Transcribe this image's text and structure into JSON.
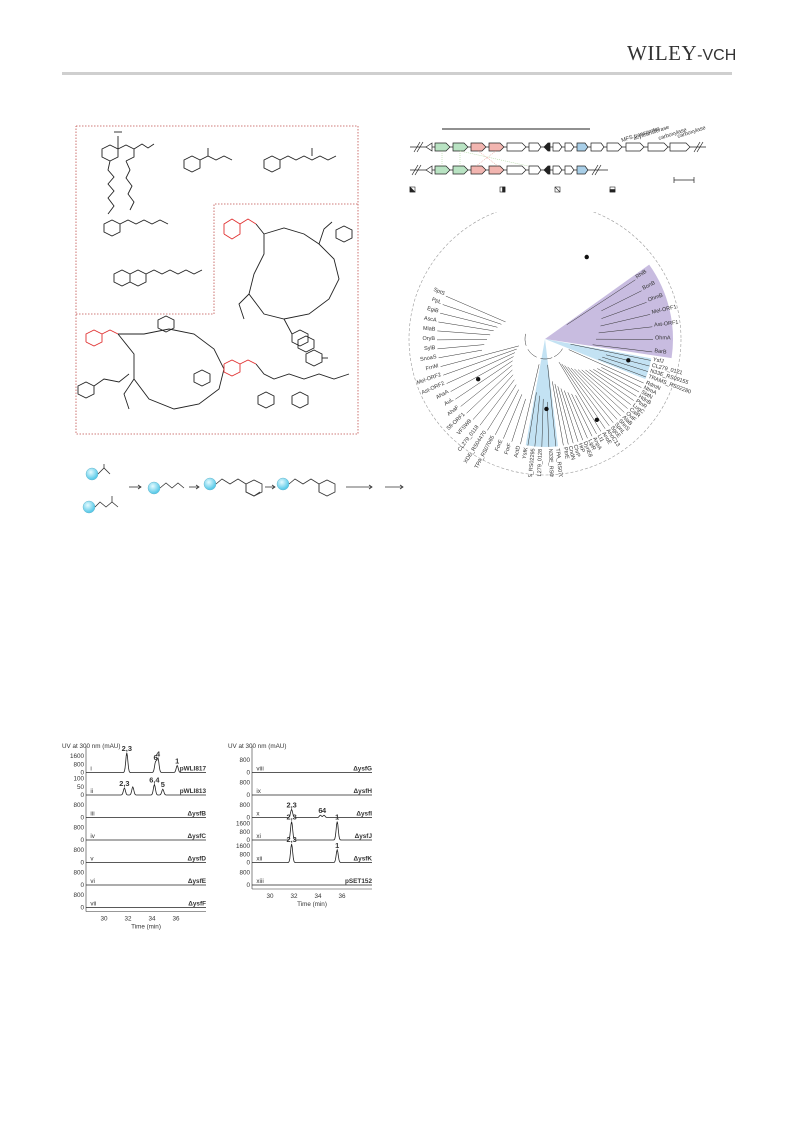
{
  "header": {
    "logo_main": "WILEY",
    "logo_suffix": "-VCH"
  },
  "gene_cluster": {
    "annotations": [
      "MFS transporter",
      "acyltransferase",
      "carboxylase",
      "carboxylase"
    ]
  },
  "tree": {
    "taxa_purple": [
      "RhiB",
      "BonB",
      "OhmB",
      "Mel-ORF1",
      "Ast-ORF1",
      "OhmA",
      "BarB"
    ],
    "taxa_blue": [
      "YsfJ",
      "CL279_0121",
      "N33E_RS09155",
      "TRAMS_RS02280"
    ],
    "taxa_blue2": [
      "TPA_RS07075",
      "N33E_RS09170",
      "CL279_0128",
      "TRAMS_RS02295",
      "YsfK"
    ],
    "taxa_left": [
      "ActD",
      "ForF",
      "ForE",
      "TPA_RS07065",
      "XDE_RS04470",
      "CL279_0118",
      "VFSW8",
      "Sfi-ORF1",
      "AhaF",
      "AuL",
      "AhaA",
      "Ast-ORF2",
      "Mel-ORF2",
      "FrnM",
      "SnoaS",
      "SylB",
      "OryB",
      "MiaB",
      "AscA",
      "EgiB",
      "PpL",
      "SptS"
    ],
    "taxa_right": [
      "RdmN",
      "NtmA",
      "SbtN",
      "HdnB",
      "PtnR",
      "LugC",
      "CalR",
      "OviF",
      "AlaB",
      "ShnS",
      "SpnL",
      "SgcE",
      "AnoC13",
      "AnoE",
      "Lt1",
      "AnpA",
      "LipR",
      "DynE8",
      "HrP",
      "ChrP",
      "CndN",
      "PtnE"
    ]
  },
  "chromatograms": {
    "y_label": "UV at 300 nm (mAU)",
    "x_label": "Time (min)",
    "x_ticks": [
      "30",
      "32",
      "34",
      "36"
    ],
    "left": [
      {
        "roman": "i",
        "name": "pWLI817",
        "ticks": [
          "1600",
          "800",
          "0"
        ],
        "peaks": [
          {
            "t": 31.9,
            "h": 0.85,
            "label": "2,3"
          },
          {
            "t": 34.3,
            "h": 0.45,
            "label": "6"
          },
          {
            "t": 34.5,
            "h": 0.6,
            "label": "4"
          },
          {
            "t": 36.1,
            "h": 0.3,
            "label": "1"
          }
        ]
      },
      {
        "roman": "ii",
        "name": "pWLI813",
        "ticks": [
          "100",
          "50",
          "0"
        ],
        "peaks": [
          {
            "t": 31.7,
            "h": 0.3,
            "label": "2,3"
          },
          {
            "t": 32.4,
            "h": 0.35,
            "label": ""
          },
          {
            "t": 34.2,
            "h": 0.45,
            "label": "6,4"
          },
          {
            "t": 34.9,
            "h": 0.25,
            "label": "5"
          }
        ]
      },
      {
        "roman": "iii",
        "name": "ΔysfB",
        "ticks": [
          "800",
          "0"
        ],
        "peaks": []
      },
      {
        "roman": "iv",
        "name": "ΔysfC",
        "ticks": [
          "800",
          "0"
        ],
        "peaks": []
      },
      {
        "roman": "v",
        "name": "ΔysfD",
        "ticks": [
          "800",
          "0"
        ],
        "peaks": []
      },
      {
        "roman": "vi",
        "name": "ΔysfE",
        "ticks": [
          "800",
          "0"
        ],
        "peaks": []
      },
      {
        "roman": "vii",
        "name": "ΔysfF",
        "ticks": [
          "800",
          "0"
        ],
        "peaks": []
      }
    ],
    "right": [
      {
        "roman": "viii",
        "name": "ΔysfG",
        "ticks": [
          "800",
          "0"
        ],
        "peaks": []
      },
      {
        "roman": "ix",
        "name": "ΔysfH",
        "ticks": [
          "800",
          "0"
        ],
        "peaks": []
      },
      {
        "roman": "x",
        "name": "ΔysfI",
        "ticks": [
          "800",
          "0"
        ],
        "peaks": [
          {
            "t": 31.8,
            "h": 0.35,
            "label": "2,3"
          },
          {
            "t": 34.2,
            "h": 0.1,
            "label": "6"
          },
          {
            "t": 34.5,
            "h": 0.1,
            "label": "4"
          }
        ]
      },
      {
        "roman": "xi",
        "name": "ΔysfJ",
        "ticks": [
          "1600",
          "800",
          "0"
        ],
        "peaks": [
          {
            "t": 31.8,
            "h": 0.8,
            "label": "2,3"
          },
          {
            "t": 35.6,
            "h": 0.8,
            "label": "1"
          }
        ]
      },
      {
        "roman": "xii",
        "name": "ΔysfK",
        "ticks": [
          "1600",
          "800",
          "0"
        ],
        "peaks": [
          {
            "t": 31.8,
            "h": 0.8,
            "label": "2,3"
          },
          {
            "t": 35.6,
            "h": 0.55,
            "label": "1"
          }
        ]
      },
      {
        "roman": "xiii",
        "name": "pSET152",
        "ticks": [
          "800",
          "0"
        ],
        "peaks": []
      }
    ]
  }
}
